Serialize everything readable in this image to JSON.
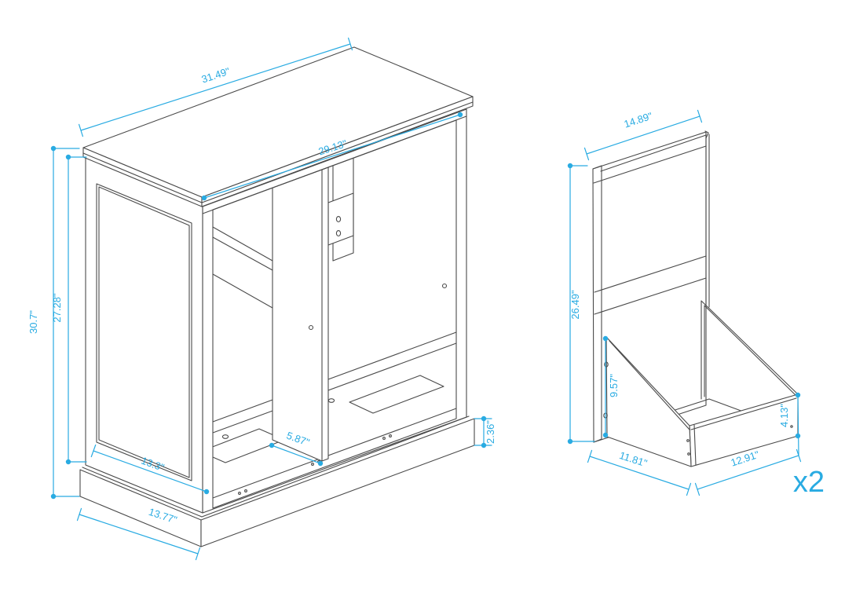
{
  "drawing": {
    "title": "furniture-assembly-dimension-diagram",
    "cabinet": {
      "top_width": "31.49\"",
      "inner_width": "29.13\"",
      "overall_height": "30.7\"",
      "side_height": "27.28\"",
      "side_bottom_depth": "13.3\"",
      "divider_depth": "5.87\"",
      "base_depth": "13.77\"",
      "plinth_height": "2.36\""
    },
    "door_bin": {
      "top_width": "14.89\"",
      "overall_height": "26.49\"",
      "bracket_height": "9.57\"",
      "bottom_depth": "11.81\"",
      "front_width": "12.91\"",
      "front_height": "4.13\"",
      "quantity": "x2"
    },
    "colors": {
      "dimension": "#29ABE2",
      "line": "#4A4A4A",
      "background": "#FFFFFF"
    }
  }
}
